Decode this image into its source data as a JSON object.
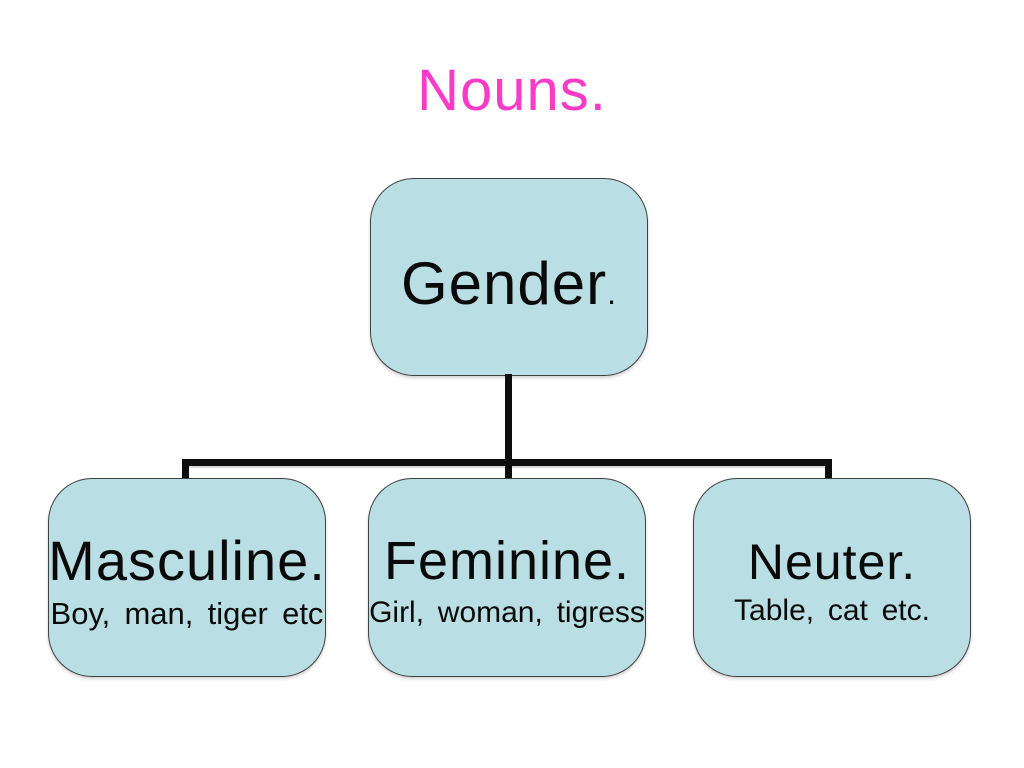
{
  "title": {
    "text": "Nouns."
  },
  "colors": {
    "title_color": "#F93BC7",
    "box_fill": "#B9DEE3",
    "box_border": "#404040",
    "line_color": "#0E0E0E"
  },
  "root_node": {
    "label": "Gender",
    "period": "."
  },
  "children": [
    {
      "label": "Masculine.",
      "examples": "Boy, man, tiger etc"
    },
    {
      "label": "Feminine.",
      "examples": "Girl, woman, tigress"
    },
    {
      "label": "Neuter.",
      "examples": "Table, cat etc."
    }
  ]
}
